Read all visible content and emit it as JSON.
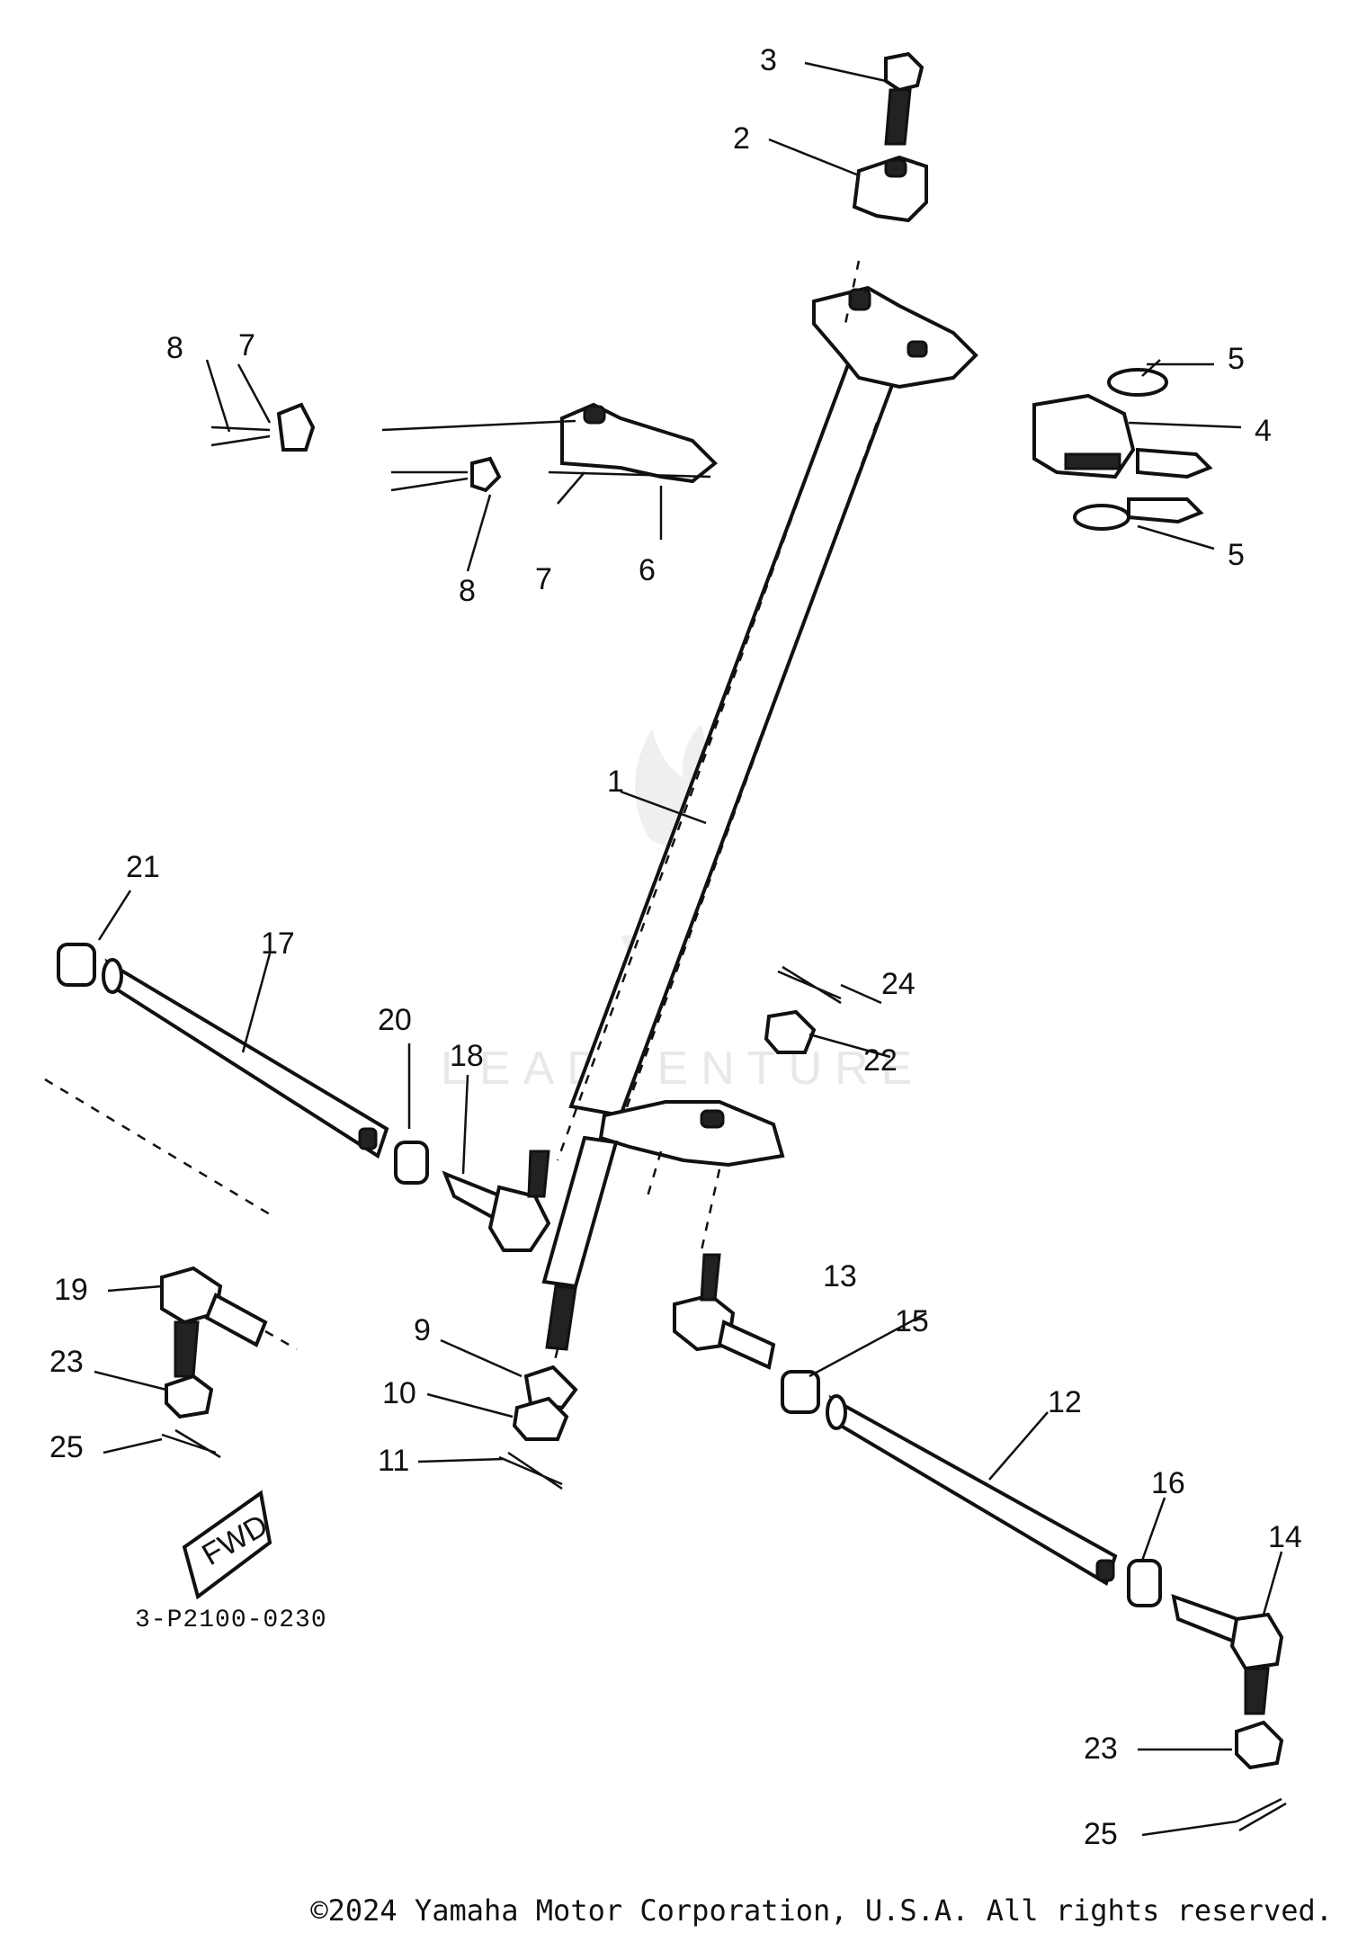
{
  "diagram_code": "3-P2100-0230",
  "watermark": "LEADVENTURE",
  "copyright": "©2024 Yamaha Motor Corporation, U.S.A. All rights reserved.",
  "fwd_label": "FWD",
  "callouts": {
    "c1": "1",
    "c2": "2",
    "c3": "3",
    "c4": "4",
    "c5a": "5",
    "c5b": "5",
    "c6": "6",
    "c7a": "7",
    "c7b": "7",
    "c8a": "8",
    "c8b": "8",
    "c9": "9",
    "c10": "10",
    "c11": "11",
    "c12": "12",
    "c13": "13",
    "c14": "14",
    "c15": "15",
    "c16": "16",
    "c17": "17",
    "c18": "18",
    "c19": "19",
    "c20": "20",
    "c21": "21",
    "c22": "22",
    "c23a": "23",
    "c23b": "23",
    "c24": "24",
    "c25a": "25",
    "c25b": "25"
  }
}
